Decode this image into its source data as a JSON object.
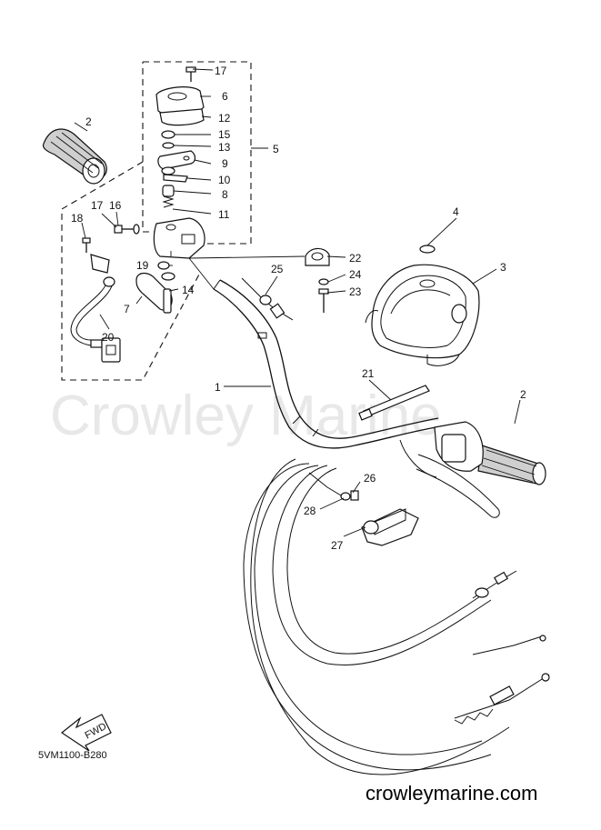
{
  "watermark": "Crowley Marine",
  "footer": {
    "site": "crowleymarine.com",
    "diagram_code": "5VM1100-B280"
  },
  "fwd_label": "FWD",
  "labels": {
    "p1": "1",
    "p2a": "2",
    "p2b": "2",
    "p3": "3",
    "p4": "4",
    "p5": "5",
    "p6": "6",
    "p7": "7",
    "p8": "8",
    "p9": "9",
    "p10": "10",
    "p11": "11",
    "p12": "12",
    "p13": "13",
    "p14": "14",
    "p15": "15",
    "p16": "16",
    "p17a": "17",
    "p17b": "17",
    "p18": "18",
    "p19": "19",
    "p20": "20",
    "p21": "21",
    "p22": "22",
    "p23": "23",
    "p24": "24",
    "p25": "25",
    "p26": "26",
    "p27": "27",
    "p28": "28"
  }
}
